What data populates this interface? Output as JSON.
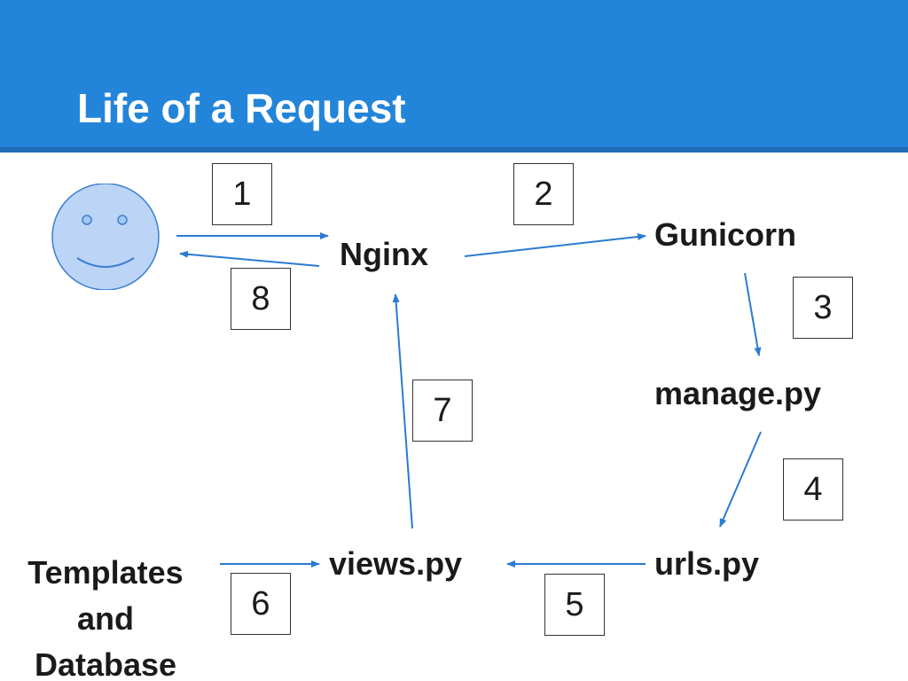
{
  "slide": {
    "title": "Life of a Request"
  },
  "nodes": {
    "user": {
      "icon": "smiley-face-icon"
    },
    "nginx": "Nginx",
    "gunicorn": "Gunicorn",
    "manage": "manage.py",
    "urls": "urls.py",
    "views": "views.py",
    "templates": [
      "Templates",
      "and",
      "Database"
    ]
  },
  "steps": [
    "1",
    "2",
    "3",
    "4",
    "5",
    "6",
    "7",
    "8"
  ],
  "colors": {
    "header": "#2385d9",
    "header_rule": "#1f6db7",
    "arrow": "#2b7bd0",
    "smiley_fill": "#bcd4f6",
    "smiley_stroke": "#3b7fd1"
  }
}
